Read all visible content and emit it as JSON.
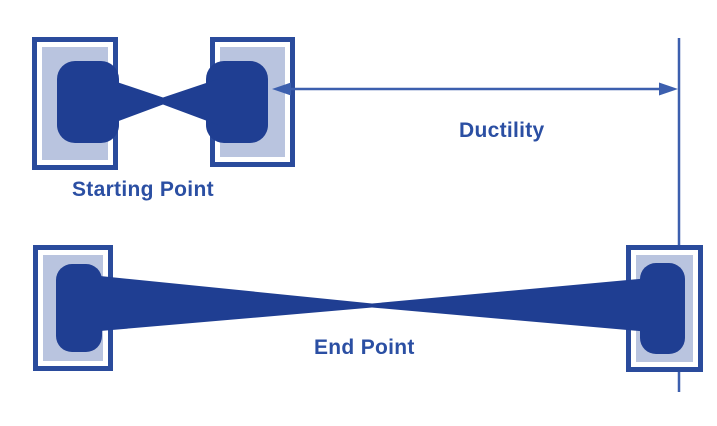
{
  "diagram": {
    "labels": {
      "starting_point": "Starting Point",
      "ductility": "Ductility",
      "end_point": "End Point"
    },
    "colors": {
      "specimen": "#1f3e92",
      "grip_pad": "#b9c4df",
      "grip_border": "#2a4b9c",
      "line": "#3c5fae",
      "text": "#2b4fa3",
      "background": "#ffffff"
    }
  }
}
